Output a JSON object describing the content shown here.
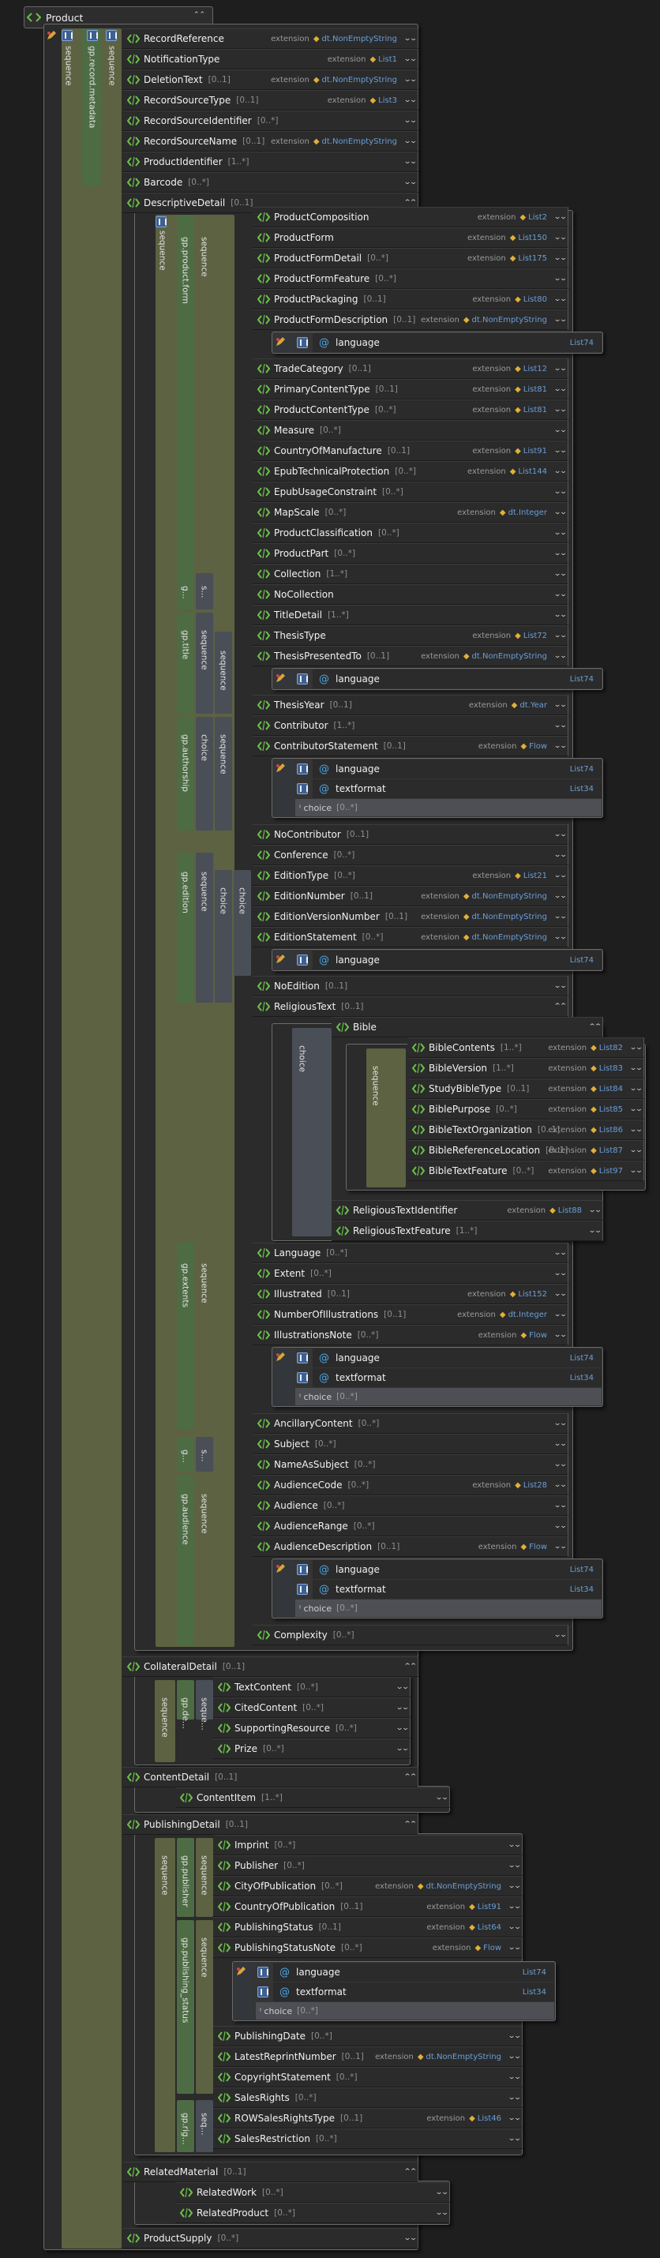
{
  "root": {
    "title": "Product"
  },
  "labels": {
    "sequence": "sequence",
    "choice": "choice",
    "g": "g...",
    "s": "s...",
    "gp_record_metadata": "gp.record.metadata",
    "gp_product_form": "gp.product.form",
    "gp_title": "gp.title",
    "gp_authorship": "gp.authorship",
    "gp_edition": "gp.edition",
    "gp_extents": "gp.extents",
    "gp_audience": "gp.audience",
    "gp_publisher": "gp.publisher",
    "gp_publishing_status": "gp.publishing_status",
    "gp_de": "gp.de...",
    "seque": "seque...",
    "gp_rig": "gp.rig...",
    "seq": "seq..."
  },
  "rows": [
    {
      "name": "RecordReference",
      "card": "",
      "ext": "extension",
      "type": "dt.NonEmptyString"
    },
    {
      "name": "NotificationType",
      "card": "",
      "ext": "extension",
      "type": "List1"
    },
    {
      "name": "DeletionText",
      "card": "[0..1]",
      "ext": "extension",
      "type": "dt.NonEmptyString"
    },
    {
      "name": "RecordSourceType",
      "card": "[0..1]",
      "ext": "extension",
      "type": "List3"
    },
    {
      "name": "RecordSourceIdentifier",
      "card": "[0..*]",
      "ext": "",
      "type": ""
    },
    {
      "name": "RecordSourceName",
      "card": "[0..1]",
      "ext": "extension",
      "type": "dt.NonEmptyString"
    },
    {
      "name": "ProductIdentifier",
      "card": "[1..*]",
      "ext": "",
      "type": ""
    },
    {
      "name": "Barcode",
      "card": "[0..*]",
      "ext": "",
      "type": ""
    },
    {
      "name": "DescriptiveDetail",
      "card": "[0..1]",
      "ext": "",
      "type": ""
    },
    {
      "name": "ProductComposition",
      "card": "",
      "ext": "extension",
      "type": "List2"
    },
    {
      "name": "ProductForm",
      "card": "",
      "ext": "extension",
      "type": "List150"
    },
    {
      "name": "ProductFormDetail",
      "card": "[0..*]",
      "ext": "extension",
      "type": "List175"
    },
    {
      "name": "ProductFormFeature",
      "card": "[0..*]",
      "ext": "",
      "type": ""
    },
    {
      "name": "ProductPackaging",
      "card": "[0..1]",
      "ext": "extension",
      "type": "List80"
    },
    {
      "name": "ProductFormDescription",
      "card": "[0..1]",
      "ext": "extension",
      "type": "dt.NonEmptyString"
    },
    {
      "name": "TradeCategory",
      "card": "[0..1]",
      "ext": "extension",
      "type": "List12"
    },
    {
      "name": "PrimaryContentType",
      "card": "[0..1]",
      "ext": "extension",
      "type": "List81"
    },
    {
      "name": "ProductContentType",
      "card": "[0..*]",
      "ext": "extension",
      "type": "List81"
    },
    {
      "name": "Measure",
      "card": "[0..*]",
      "ext": "",
      "type": ""
    },
    {
      "name": "CountryOfManufacture",
      "card": "[0..1]",
      "ext": "extension",
      "type": "List91"
    },
    {
      "name": "EpubTechnicalProtection",
      "card": "[0..*]",
      "ext": "extension",
      "type": "List144"
    },
    {
      "name": "EpubUsageConstraint",
      "card": "[0..*]",
      "ext": "",
      "type": ""
    },
    {
      "name": "MapScale",
      "card": "[0..*]",
      "ext": "extension",
      "type": "dt.Integer"
    },
    {
      "name": "ProductClassification",
      "card": "[0..*]",
      "ext": "",
      "type": ""
    },
    {
      "name": "ProductPart",
      "card": "[0..*]",
      "ext": "",
      "type": ""
    },
    {
      "name": "Collection",
      "card": "[1..*]",
      "ext": "",
      "type": ""
    },
    {
      "name": "NoCollection",
      "card": "",
      "ext": "",
      "type": ""
    },
    {
      "name": "TitleDetail",
      "card": "[1..*]",
      "ext": "",
      "type": ""
    },
    {
      "name": "ThesisType",
      "card": "",
      "ext": "extension",
      "type": "List72"
    },
    {
      "name": "ThesisPresentedTo",
      "card": "[0..1]",
      "ext": "extension",
      "type": "dt.NonEmptyString"
    },
    {
      "name": "ThesisYear",
      "card": "[0..1]",
      "ext": "extension",
      "type": "dt.Year"
    },
    {
      "name": "Contributor",
      "card": "[1..*]",
      "ext": "",
      "type": ""
    },
    {
      "name": "ContributorStatement",
      "card": "[0..1]",
      "ext": "extension",
      "type": "Flow"
    },
    {
      "name": "NoContributor",
      "card": "[0..1]",
      "ext": "",
      "type": ""
    },
    {
      "name": "Conference",
      "card": "[0..*]",
      "ext": "",
      "type": ""
    },
    {
      "name": "EditionType",
      "card": "[0..*]",
      "ext": "extension",
      "type": "List21"
    },
    {
      "name": "EditionNumber",
      "card": "[0..1]",
      "ext": "extension",
      "type": "dt.NonEmptyString"
    },
    {
      "name": "EditionVersionNumber",
      "card": "[0..1]",
      "ext": "extension",
      "type": "dt.NonEmptyString"
    },
    {
      "name": "EditionStatement",
      "card": "[0..*]",
      "ext": "extension",
      "type": "dt.NonEmptyString"
    },
    {
      "name": "NoEdition",
      "card": "[0..1]",
      "ext": "",
      "type": ""
    },
    {
      "name": "ReligiousText",
      "card": "[0..1]",
      "ext": "",
      "type": ""
    },
    {
      "name": "Bible",
      "card": "",
      "ext": "",
      "type": ""
    },
    {
      "name": "BibleContents",
      "card": "[1..*]",
      "ext": "extension",
      "type": "List82"
    },
    {
      "name": "BibleVersion",
      "card": "[1..*]",
      "ext": "extension",
      "type": "List83"
    },
    {
      "name": "StudyBibleType",
      "card": "[0..1]",
      "ext": "extension",
      "type": "List84"
    },
    {
      "name": "BiblePurpose",
      "card": "[0..*]",
      "ext": "extension",
      "type": "List85"
    },
    {
      "name": "BibleTextOrganization",
      "card": "[0..1]",
      "ext": "extension",
      "type": "List86"
    },
    {
      "name": "BibleReferenceLocation",
      "card": "[0..1]",
      "ext": "extension",
      "type": "List87"
    },
    {
      "name": "BibleTextFeature",
      "card": "[0..*]",
      "ext": "extension",
      "type": "List97"
    },
    {
      "name": "ReligiousTextIdentifier",
      "card": "",
      "ext": "extension",
      "type": "List88"
    },
    {
      "name": "ReligiousTextFeature",
      "card": "[1..*]",
      "ext": "",
      "type": ""
    },
    {
      "name": "Language",
      "card": "[0..*]",
      "ext": "",
      "type": ""
    },
    {
      "name": "Extent",
      "card": "[0..*]",
      "ext": "",
      "type": ""
    },
    {
      "name": "Illustrated",
      "card": "[0..1]",
      "ext": "extension",
      "type": "List152"
    },
    {
      "name": "NumberOfIllustrations",
      "card": "[0..1]",
      "ext": "extension",
      "type": "dt.Integer"
    },
    {
      "name": "IllustrationsNote",
      "card": "[0..*]",
      "ext": "extension",
      "type": "Flow"
    },
    {
      "name": "AncillaryContent",
      "card": "[0..*]",
      "ext": "",
      "type": ""
    },
    {
      "name": "Subject",
      "card": "[0..*]",
      "ext": "",
      "type": ""
    },
    {
      "name": "NameAsSubject",
      "card": "[0..*]",
      "ext": "",
      "type": ""
    },
    {
      "name": "AudienceCode",
      "card": "[0..*]",
      "ext": "extension",
      "type": "List28"
    },
    {
      "name": "Audience",
      "card": "[0..*]",
      "ext": "",
      "type": ""
    },
    {
      "name": "AudienceRange",
      "card": "[0..*]",
      "ext": "",
      "type": ""
    },
    {
      "name": "AudienceDescription",
      "card": "[0..1]",
      "ext": "extension",
      "type": "Flow"
    },
    {
      "name": "Complexity",
      "card": "[0..*]",
      "ext": "",
      "type": ""
    },
    {
      "name": "CollateralDetail",
      "card": "[0..1]",
      "ext": "",
      "type": ""
    },
    {
      "name": "TextContent",
      "card": "[0..*]",
      "ext": "",
      "type": ""
    },
    {
      "name": "CitedContent",
      "card": "[0..*]",
      "ext": "",
      "type": ""
    },
    {
      "name": "SupportingResource",
      "card": "[0..*]",
      "ext": "",
      "type": ""
    },
    {
      "name": "Prize",
      "card": "[0..*]",
      "ext": "",
      "type": ""
    },
    {
      "name": "ContentDetail",
      "card": "[0..1]",
      "ext": "",
      "type": ""
    },
    {
      "name": "ContentItem",
      "card": "[1..*]",
      "ext": "",
      "type": ""
    },
    {
      "name": "PublishingDetail",
      "card": "[0..1]",
      "ext": "",
      "type": ""
    },
    {
      "name": "Imprint",
      "card": "[0..*]",
      "ext": "",
      "type": ""
    },
    {
      "name": "Publisher",
      "card": "[0..*]",
      "ext": "",
      "type": ""
    },
    {
      "name": "CityOfPublication",
      "card": "[0..*]",
      "ext": "extension",
      "type": "dt.NonEmptyString"
    },
    {
      "name": "CountryOfPublication",
      "card": "[0..1]",
      "ext": "extension",
      "type": "List91"
    },
    {
      "name": "PublishingStatus",
      "card": "[0..1]",
      "ext": "extension",
      "type": "List64"
    },
    {
      "name": "PublishingStatusNote",
      "card": "[0..*]",
      "ext": "extension",
      "type": "Flow"
    },
    {
      "name": "PublishingDate",
      "card": "[0..*]",
      "ext": "",
      "type": ""
    },
    {
      "name": "LatestReprintNumber",
      "card": "[0..1]",
      "ext": "extension",
      "type": "dt.NonEmptyString"
    },
    {
      "name": "CopyrightStatement",
      "card": "[0..*]",
      "ext": "",
      "type": ""
    },
    {
      "name": "SalesRights",
      "card": "[0..*]",
      "ext": "",
      "type": ""
    },
    {
      "name": "ROWSalesRightsType",
      "card": "[0..1]",
      "ext": "extension",
      "type": "List46"
    },
    {
      "name": "SalesRestriction",
      "card": "[0..*]",
      "ext": "",
      "type": ""
    },
    {
      "name": "RelatedMaterial",
      "card": "[0..1]",
      "ext": "",
      "type": ""
    },
    {
      "name": "RelatedWork",
      "card": "[0..*]",
      "ext": "",
      "type": ""
    },
    {
      "name": "RelatedProduct",
      "card": "[0..*]",
      "ext": "",
      "type": ""
    },
    {
      "name": "ProductSupply",
      "card": "[0..*]",
      "ext": "",
      "type": ""
    }
  ],
  "attrs": {
    "language": "language",
    "textformat": "textformat",
    "list74": "List74",
    "list34": "List34",
    "choice": "choice",
    "choice_card": "[0..*]"
  },
  "colors": {
    "background": "#1e1e1e",
    "row": "#2b2b2b",
    "sequence_bar": "#5c6242",
    "group_bar": "#4d6c44",
    "choice_bar": "#4a4e56",
    "type_link": "#6a9ed8",
    "extension_diamond": "#e1b03a",
    "attribute_at": "#4aa7e8"
  }
}
